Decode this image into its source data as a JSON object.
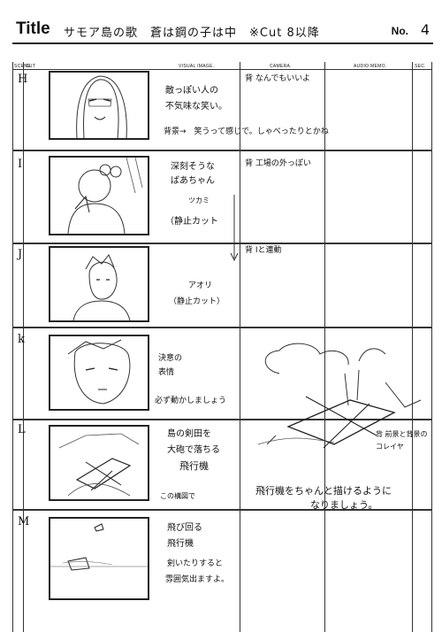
{
  "header": {
    "title_word": "Title",
    "title_text": "サモア島の歌　蒼は鋼の子は中　※Cut 8以降",
    "no_label": "No.",
    "no_value": "4"
  },
  "columns": {
    "scene": "SCENE",
    "cut": "CUT",
    "visual": "VISUAL IMAGE.",
    "camera": "CAMERA.",
    "audio": "AUDIO MEMO.",
    "sec": "SEC."
  },
  "scenes": [
    {
      "letter": "H",
      "notes": [
        "敵っぽい人の",
        "不気味な笑い。",
        "背景→　笑うって感じで。しゃべったりとかね"
      ],
      "camera": "背 なんでもいいよ"
    },
    {
      "letter": "I",
      "notes": [
        "深刻そうな",
        "ばあちゃん",
        "ツカミ",
        "（静止カット"
      ],
      "camera": "背 工場の外っぽい"
    },
    {
      "letter": "J",
      "notes": [
        "アオリ",
        "（静止カット）"
      ],
      "camera": "背 Iと連動"
    },
    {
      "letter": "k",
      "notes": [
        "決意の",
        "表情",
        "必ず動かしましょう"
      ],
      "camera": ""
    },
    {
      "letter": "L",
      "notes": [
        "島の剣田を",
        "大砲で落ちる",
        "飛行機",
        "この構図で"
      ],
      "camera": "背 前景と背景のコレイヤ",
      "audio": "飛行機をちゃんと描けるように",
      "audio2": "なりましょう。"
    },
    {
      "letter": "M",
      "notes": [
        "飛び回る",
        "飛行機",
        "剣いたりすると",
        "雰囲気出ますよ。"
      ],
      "camera": ""
    }
  ]
}
